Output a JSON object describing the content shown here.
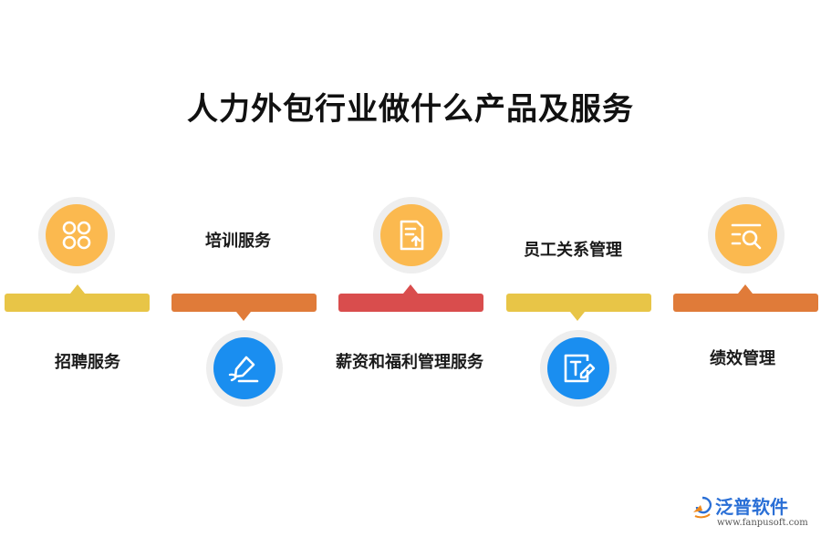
{
  "title": "人力外包行业做什么产品及服务",
  "items": [
    {
      "label": "招聘服务",
      "icon": "grid-icon",
      "color": "#e8c547",
      "icon_color": "#fbb94f"
    },
    {
      "label": "培训服务",
      "icon": "pen-icon",
      "color": "#e07b39",
      "icon_color": "#1a8ef0"
    },
    {
      "label": "薪资和福利管理服务",
      "icon": "document-upload-icon",
      "color": "#d94d4d",
      "icon_color": "#fbb94f"
    },
    {
      "label": "员工关系管理",
      "icon": "text-edit-icon",
      "color": "#e8c547",
      "icon_color": "#1a8ef0"
    },
    {
      "label": "绩效管理",
      "icon": "search-list-icon",
      "color": "#e07b39",
      "icon_color": "#fbb94f"
    }
  ],
  "logo": {
    "name": "泛普软件",
    "url": "www.fanpusoft.com"
  }
}
